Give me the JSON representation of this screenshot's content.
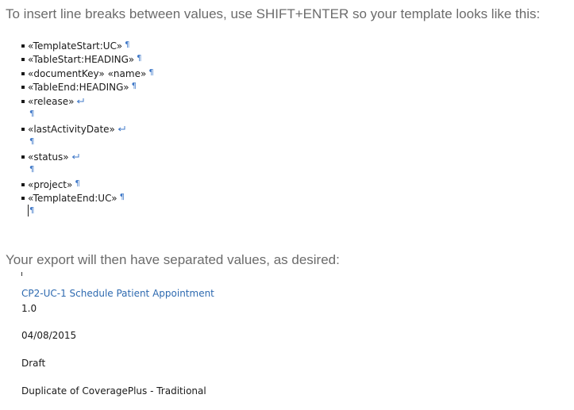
{
  "intro_text": "To insert line breaks between values, use SHIFT+ENTER so your template looks like this:",
  "template_lines": [
    {
      "text": "«TemplateStart:UC»",
      "end": "¶"
    },
    {
      "text": "«TableStart:HEADING»",
      "end": "¶"
    },
    {
      "text": "«documentKey» «name»",
      "end": "¶"
    },
    {
      "text": "«TableEnd:HEADING»",
      "end": "¶"
    },
    {
      "text": "«release»",
      "end": "line-break"
    },
    {
      "text": "«lastActivityDate»",
      "end": "line-break"
    },
    {
      "text": "«status»",
      "end": "line-break"
    },
    {
      "text": "«project»",
      "end": "¶"
    },
    {
      "text": "«TemplateEnd:UC»",
      "end": "¶"
    }
  ],
  "pilcrow": "¶",
  "outro_text": "Your export will then have separated values, as desired:",
  "export_lines": {
    "title": "CP2-UC-1 Schedule Patient Appointment",
    "release": "1.0",
    "date": "04/08/2015",
    "status": "Draft",
    "project": "Duplicate of CoveragePlus - Traditional"
  },
  "colors": {
    "formatting_mark": "#3f78c8",
    "link_title": "#2e6ab0",
    "instruction_text": "#6b6b6b"
  },
  "icons": {
    "line_break": "line-break-arrow-icon",
    "paragraph": "pilcrow-icon"
  }
}
